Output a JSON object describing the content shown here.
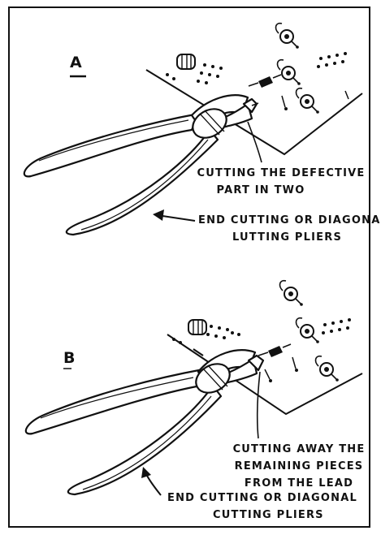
{
  "panels": [
    {
      "letter": "A",
      "callout_line1": "CUTTING THE DEFECTIVE",
      "callout_line2": "PART IN TWO",
      "tool_line1": "END CUTTING OR DIAGONAL",
      "tool_line2": "LUTTING PLIERS"
    },
    {
      "letter": "B",
      "callout_line1": "CUTTING AWAY THE",
      "callout_line2": "REMAINING PIECES",
      "callout_line3": "FROM THE LEAD",
      "tool_line1": "END CUTTING OR DIAGONAL",
      "tool_line2": "CUTTING PLIERS"
    }
  ]
}
